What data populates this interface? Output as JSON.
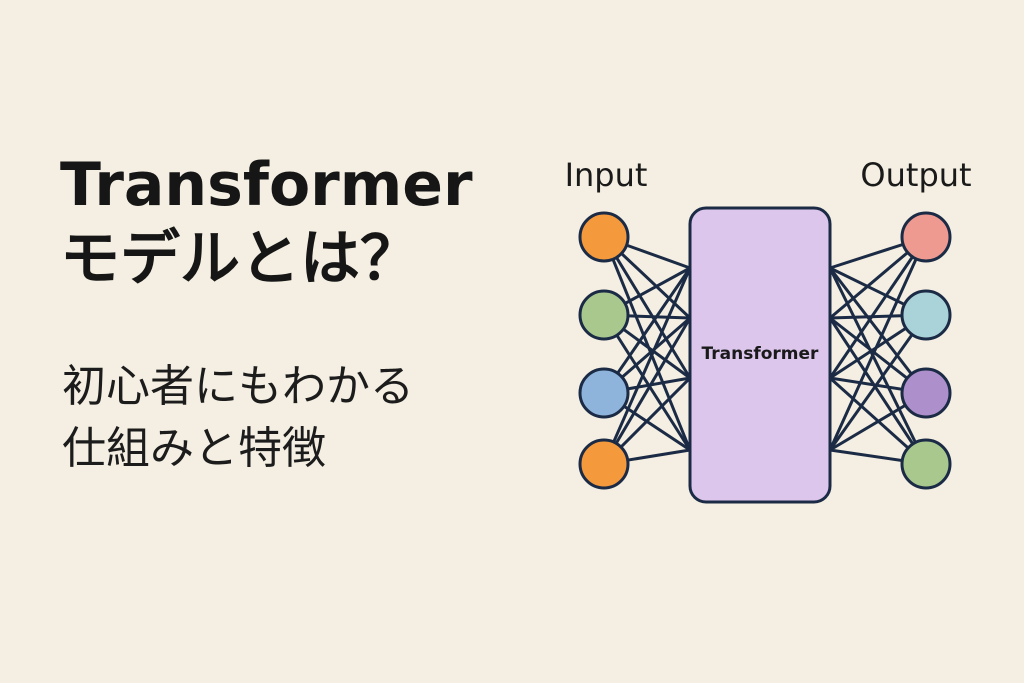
{
  "title": {
    "line1": "Transformer",
    "line2": "モデルとは？"
  },
  "subtitle": {
    "line1": "初心者にもわかる",
    "line2": "仕組みと特徴"
  },
  "diagram": {
    "input_label": "Input",
    "output_label": "Output",
    "box_label": "Transformer",
    "box_color": "#dcc6ec",
    "edge_color": "#1c2b45",
    "input_nodes": [
      {
        "name": "input-node-1",
        "color": "#f59a3c"
      },
      {
        "name": "input-node-2",
        "color": "#a9c88e"
      },
      {
        "name": "input-node-3",
        "color": "#8eb4dc"
      },
      {
        "name": "input-node-4",
        "color": "#f59a3c"
      }
    ],
    "output_nodes": [
      {
        "name": "output-node-1",
        "color": "#ee9a90"
      },
      {
        "name": "output-node-2",
        "color": "#a9d3d8"
      },
      {
        "name": "output-node-3",
        "color": "#ad90cb"
      },
      {
        "name": "output-node-4",
        "color": "#a9c88e"
      }
    ]
  }
}
